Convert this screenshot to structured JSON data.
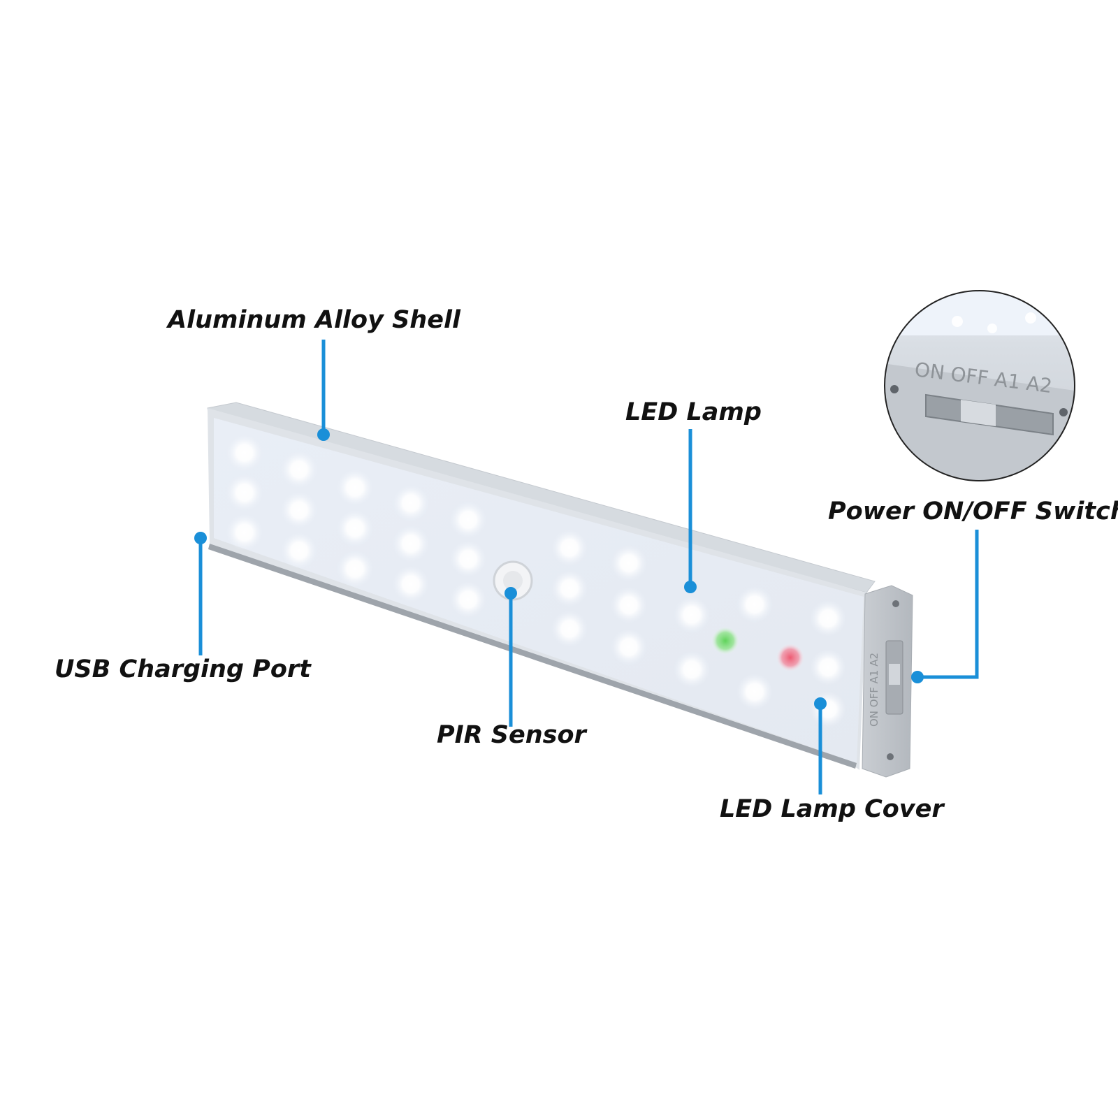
{
  "labels": {
    "aluminum_alloy_shell": "Aluminum Alloy Shell",
    "led_lamp": "LED Lamp",
    "power_switch": "Power ON/OFF Switch",
    "usb_charging_port": "USB Charging Port",
    "pir_sensor": "PIR Sensor",
    "led_lamp_cover": "LED Lamp Cover"
  },
  "switch_markings": {
    "inset": "ON OFF A1 A2",
    "end_cap": "ON OFF A1 A2"
  },
  "colors": {
    "callout_line": "#1a8fd8",
    "label_text": "#111111",
    "indicator_green": "#5fd35a",
    "indicator_red": "#ee5a72",
    "led_glow": "#ffffff",
    "shell": "#dfe3e8"
  }
}
